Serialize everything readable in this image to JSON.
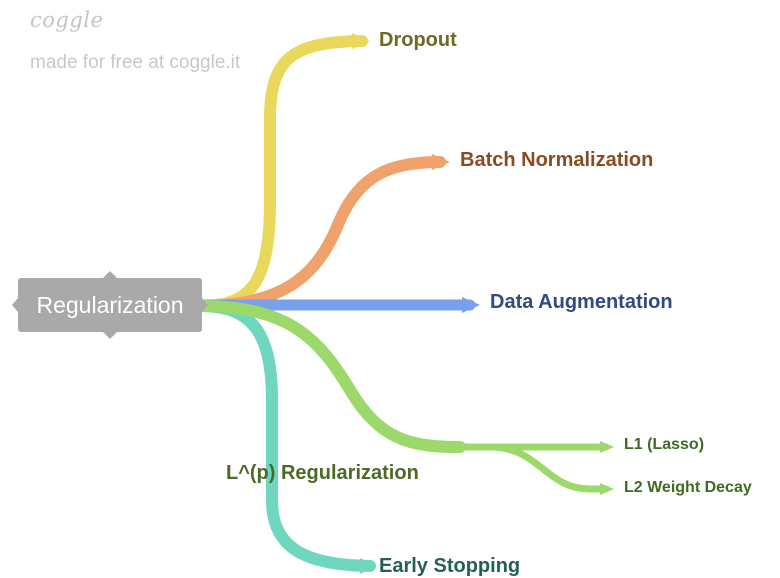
{
  "brand": {
    "logo_text": "coggle",
    "tagline": "made for free at coggle.it"
  },
  "center_node": {
    "label": "Regularization",
    "color": "#a9a9a9"
  },
  "branches": {
    "dropout": {
      "label": "Dropout",
      "color": "#ead85c"
    },
    "batch_normalization": {
      "label": "Batch Normalization",
      "color": "#f0a26c"
    },
    "data_augmentation": {
      "label": "Data Augmentation",
      "color": "#79a0ea"
    },
    "lp_regularization": {
      "label": "L^(p) Regularization",
      "color": "#9dd96a",
      "children": {
        "l1": {
          "label": "L1 (Lasso)"
        },
        "l2": {
          "label": "L2 Weight Decay"
        }
      }
    },
    "early_stopping": {
      "label": "Early Stopping",
      "color": "#6fd6c0"
    }
  }
}
